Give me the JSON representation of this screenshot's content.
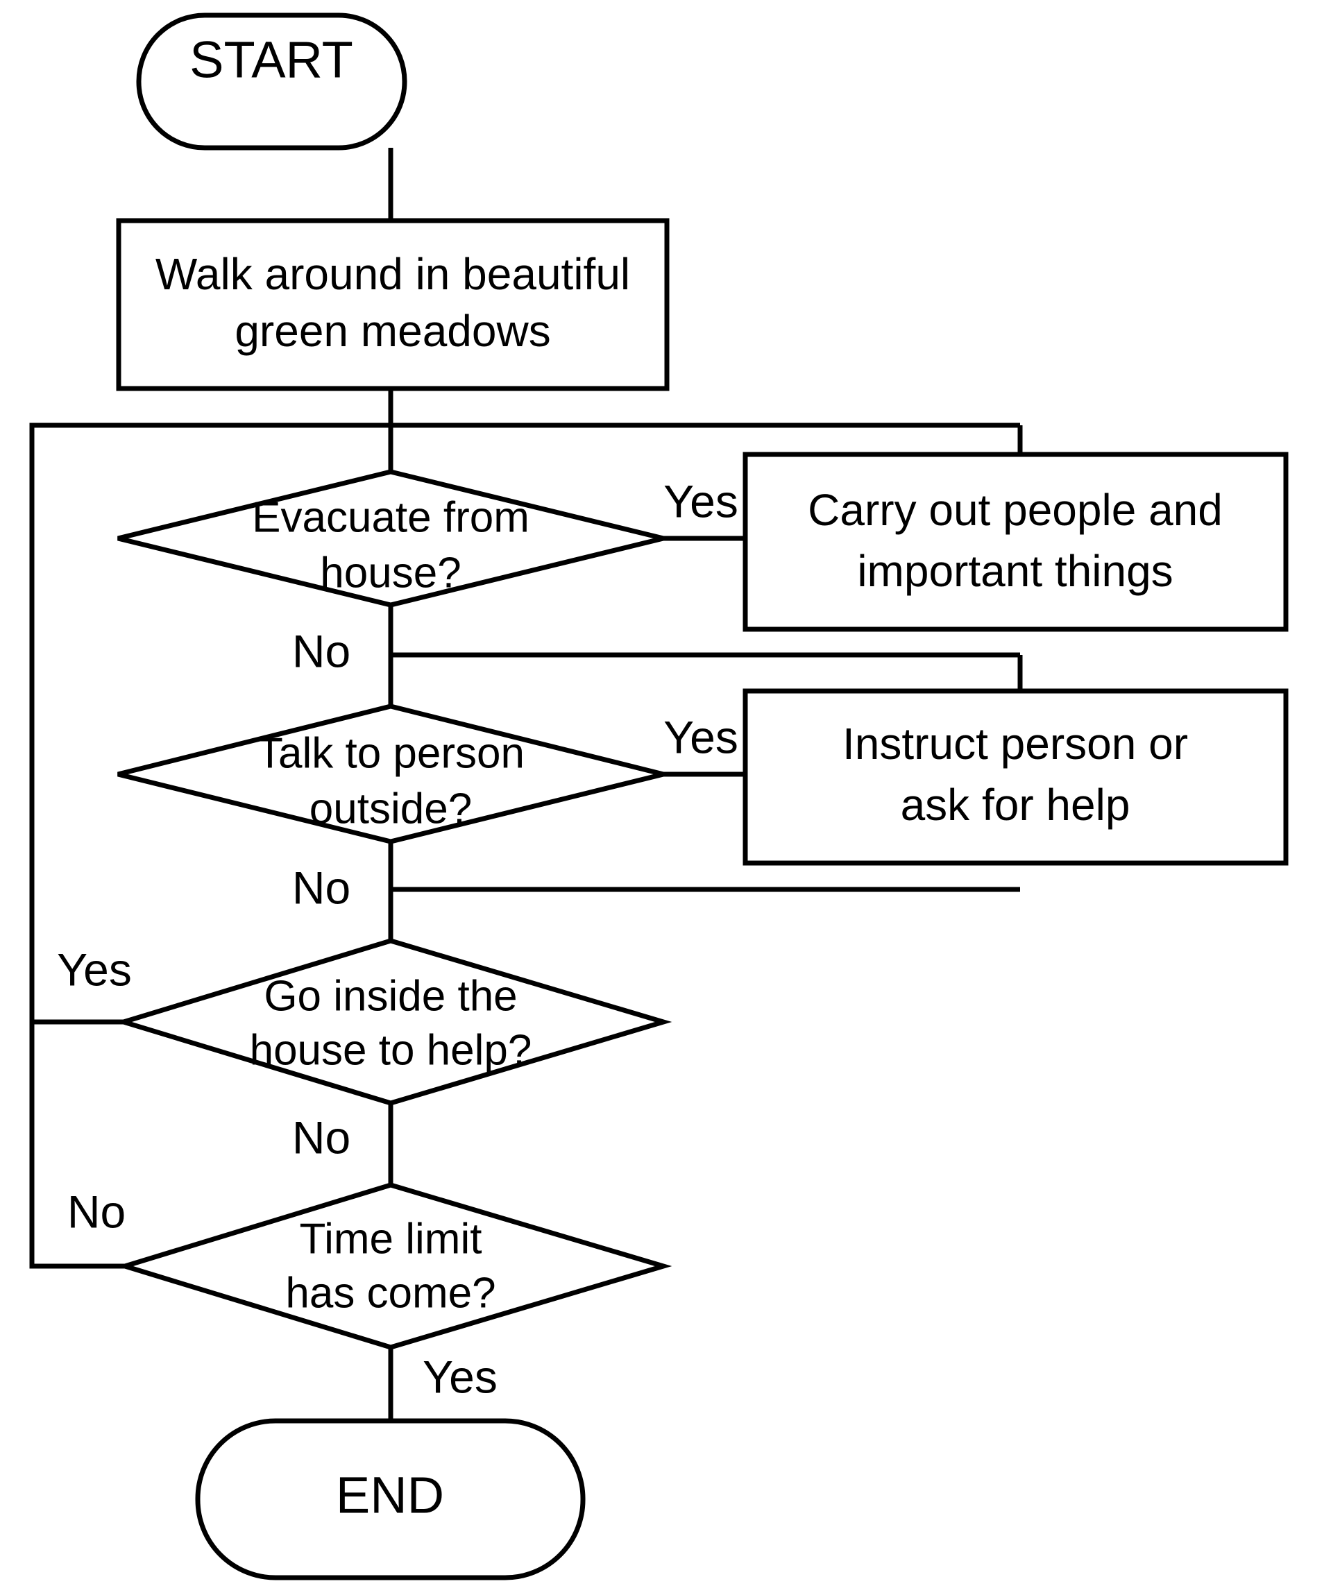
{
  "diagram": {
    "type": "flowchart",
    "orientation": "top-to-bottom",
    "background_color": "#ffffff",
    "line_color": "#000000",
    "text_color": "#000000",
    "nodes": [
      {
        "id": "start",
        "shape": "terminal",
        "label": "START"
      },
      {
        "id": "walk",
        "shape": "process",
        "line1": "Walk around in beautiful",
        "line2": "green meadows"
      },
      {
        "id": "evacuate",
        "shape": "decision",
        "line1": "Evacuate from",
        "line2": "house?"
      },
      {
        "id": "carry",
        "shape": "process",
        "line1": "Carry out people and",
        "line2": "important things"
      },
      {
        "id": "talk",
        "shape": "decision",
        "line1": "Talk to person",
        "line2": "outside?"
      },
      {
        "id": "instruct",
        "shape": "process",
        "line1": "Instruct person or",
        "line2": "ask for help"
      },
      {
        "id": "go-inside",
        "shape": "decision",
        "line1": "Go inside the",
        "line2": "house to help?"
      },
      {
        "id": "time-limit",
        "shape": "decision",
        "line1": "Time limit",
        "line2": "has come?"
      },
      {
        "id": "end",
        "shape": "terminal",
        "label": "END"
      }
    ],
    "edge_labels": {
      "evacuate_yes": "Yes",
      "evacuate_no": "No",
      "talk_yes": "Yes",
      "talk_no": "No",
      "go_inside_yes": "Yes",
      "go_inside_no": "No",
      "time_limit_no": "No",
      "time_limit_yes": "Yes"
    }
  }
}
